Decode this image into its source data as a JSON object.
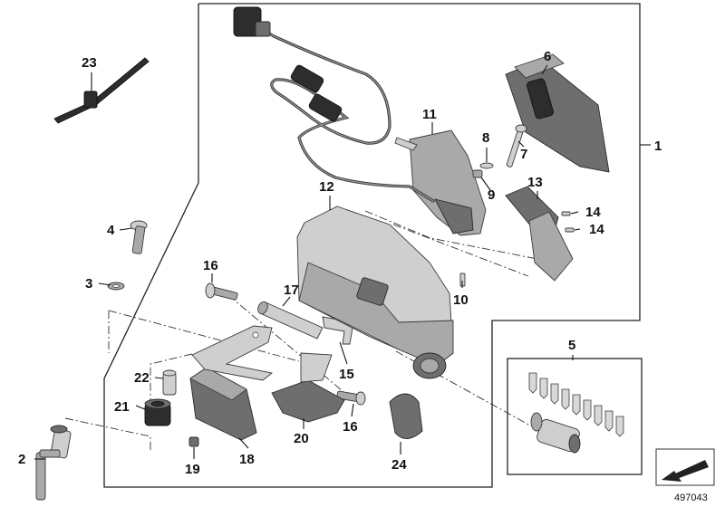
{
  "diagram": {
    "reference_number": "497043",
    "callouts": {
      "c1": "1",
      "c2": "2",
      "c3": "3",
      "c4": "4",
      "c5": "5",
      "c6": "6",
      "c7": "7",
      "c8": "8",
      "c9": "9",
      "c10": "10",
      "c11": "11",
      "c12": "12",
      "c13": "13",
      "c14a": "14",
      "c14b": "14",
      "c15": "15",
      "c16a": "16",
      "c16b": "16",
      "c17": "17",
      "c18": "18",
      "c19": "19",
      "c20": "20",
      "c21": "21",
      "c22": "22",
      "c23": "23",
      "c24": "24"
    }
  }
}
